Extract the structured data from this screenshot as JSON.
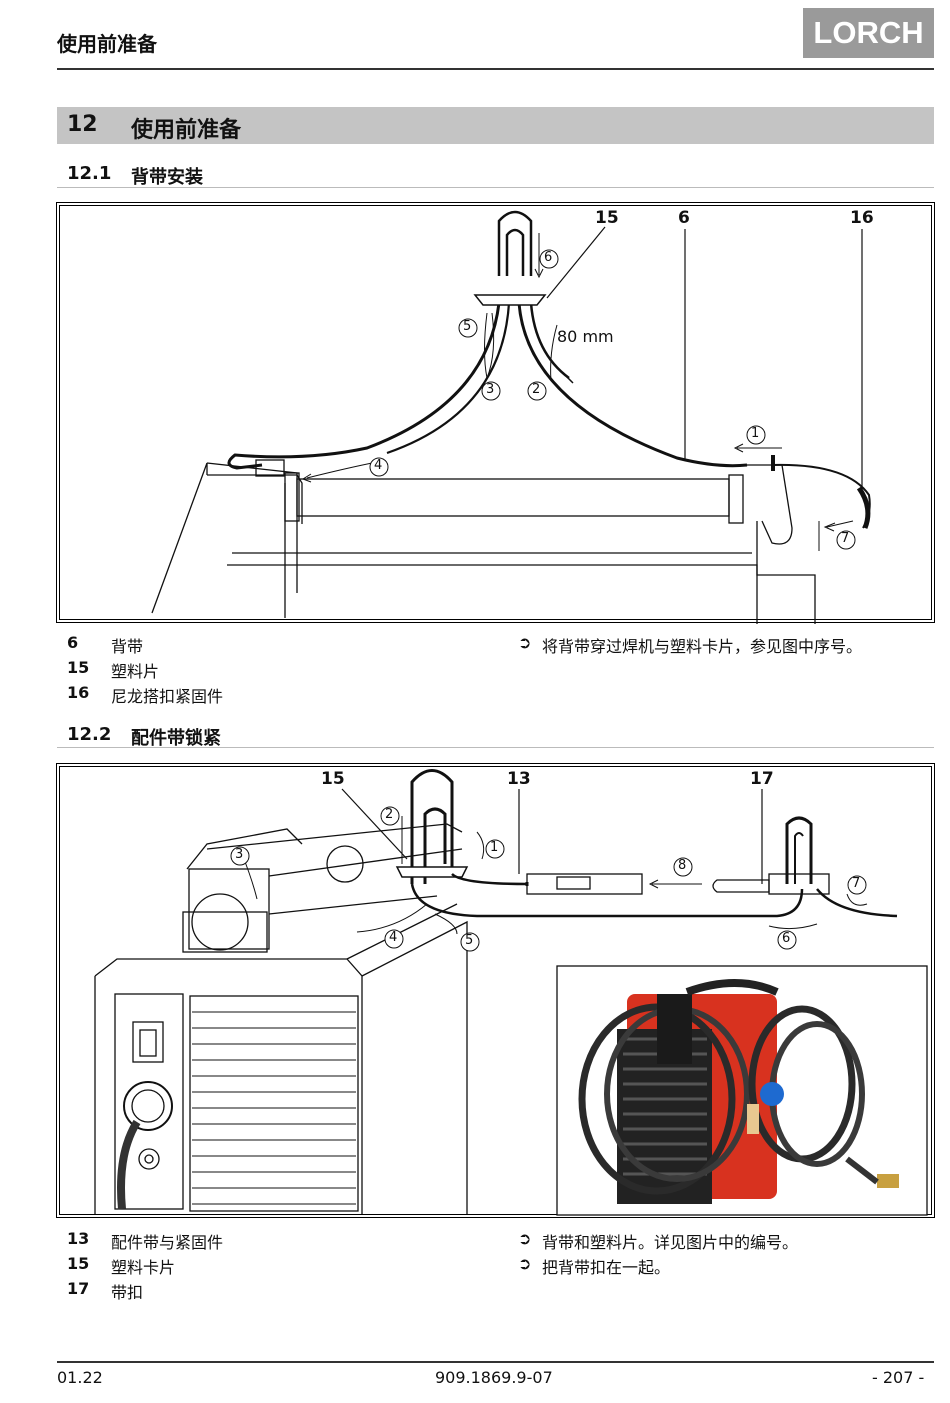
{
  "header": {
    "title": "使用前准备",
    "logo_text": "LORCH"
  },
  "section": {
    "number": "12",
    "title": "使用前准备"
  },
  "sub1": {
    "number": "12.1",
    "title": "背带安装",
    "callouts": {
      "c15": "15",
      "c6": "6",
      "c16": "16"
    },
    "measure": "80 mm",
    "steps": [
      "1",
      "2",
      "3",
      "4",
      "5",
      "6",
      "7"
    ],
    "legend": [
      {
        "num": "6",
        "text": "背带"
      },
      {
        "num": "15",
        "text": "塑料片"
      },
      {
        "num": "16",
        "text": "尼龙搭扣紧固件"
      }
    ],
    "instruction": "将背带穿过焊机与塑料卡片，参见图中序号。"
  },
  "sub2": {
    "number": "12.2",
    "title": "配件带锁紧",
    "callouts": {
      "c15": "15",
      "c13": "13",
      "c17": "17"
    },
    "steps": [
      "1",
      "2",
      "3",
      "4",
      "5",
      "6",
      "7",
      "8"
    ],
    "legend": [
      {
        "num": "13",
        "text": "配件带与紧固件"
      },
      {
        "num": "15",
        "text": "塑料卡片"
      },
      {
        "num": "17",
        "text": "带扣"
      }
    ],
    "instructions": [
      "背带和塑料片。详见图片中的编号。",
      "把背带扣在一起。"
    ]
  },
  "footer": {
    "date": "01.22",
    "doc_number": "909.1869.9-07",
    "page": "- 207 -"
  },
  "bullet_symbol": "➲",
  "colors": {
    "section_bar": "#c4c4c4",
    "logo_bg": "#9a9a9a",
    "machine_red": "#d8321f"
  }
}
